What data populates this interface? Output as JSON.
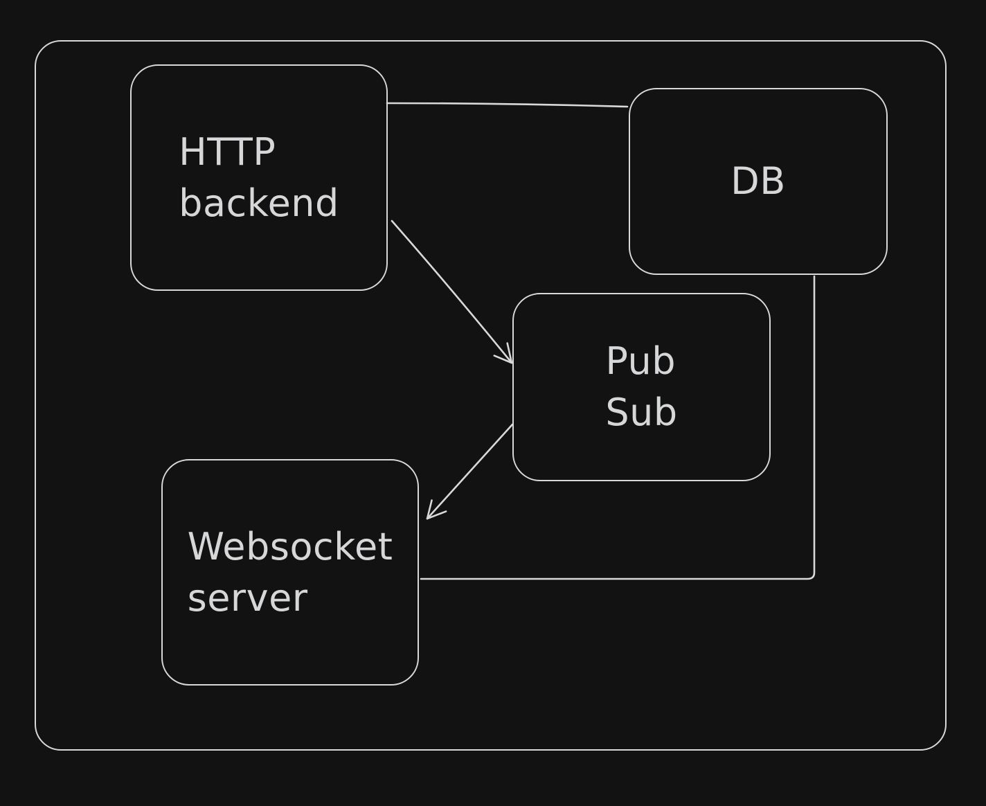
{
  "canvas": {
    "background": "#121213",
    "stroke_color": "#d8d9db",
    "text_color": "#d6d7d9",
    "style": "hand-drawn-dark"
  },
  "diagram": {
    "nodes": [
      {
        "id": "http-backend",
        "label": "HTTP backend",
        "lines": [
          "HTTP",
          "backend"
        ]
      },
      {
        "id": "db",
        "label": "DB",
        "lines": [
          "DB"
        ]
      },
      {
        "id": "pub-sub",
        "label": "Pub Sub",
        "lines": [
          "Pub",
          "Sub"
        ]
      },
      {
        "id": "websocket-server",
        "label": "Websocket server",
        "lines": [
          "Websocket",
          "server"
        ]
      }
    ],
    "edges": [
      {
        "from": "http-backend",
        "to": "db",
        "arrowhead": "none"
      },
      {
        "from": "http-backend",
        "to": "pub-sub",
        "arrowhead": "arrow"
      },
      {
        "from": "pub-sub",
        "to": "websocket-server",
        "arrowhead": "arrow"
      },
      {
        "from": "db",
        "to": "websocket-server",
        "arrowhead": "none"
      }
    ]
  }
}
